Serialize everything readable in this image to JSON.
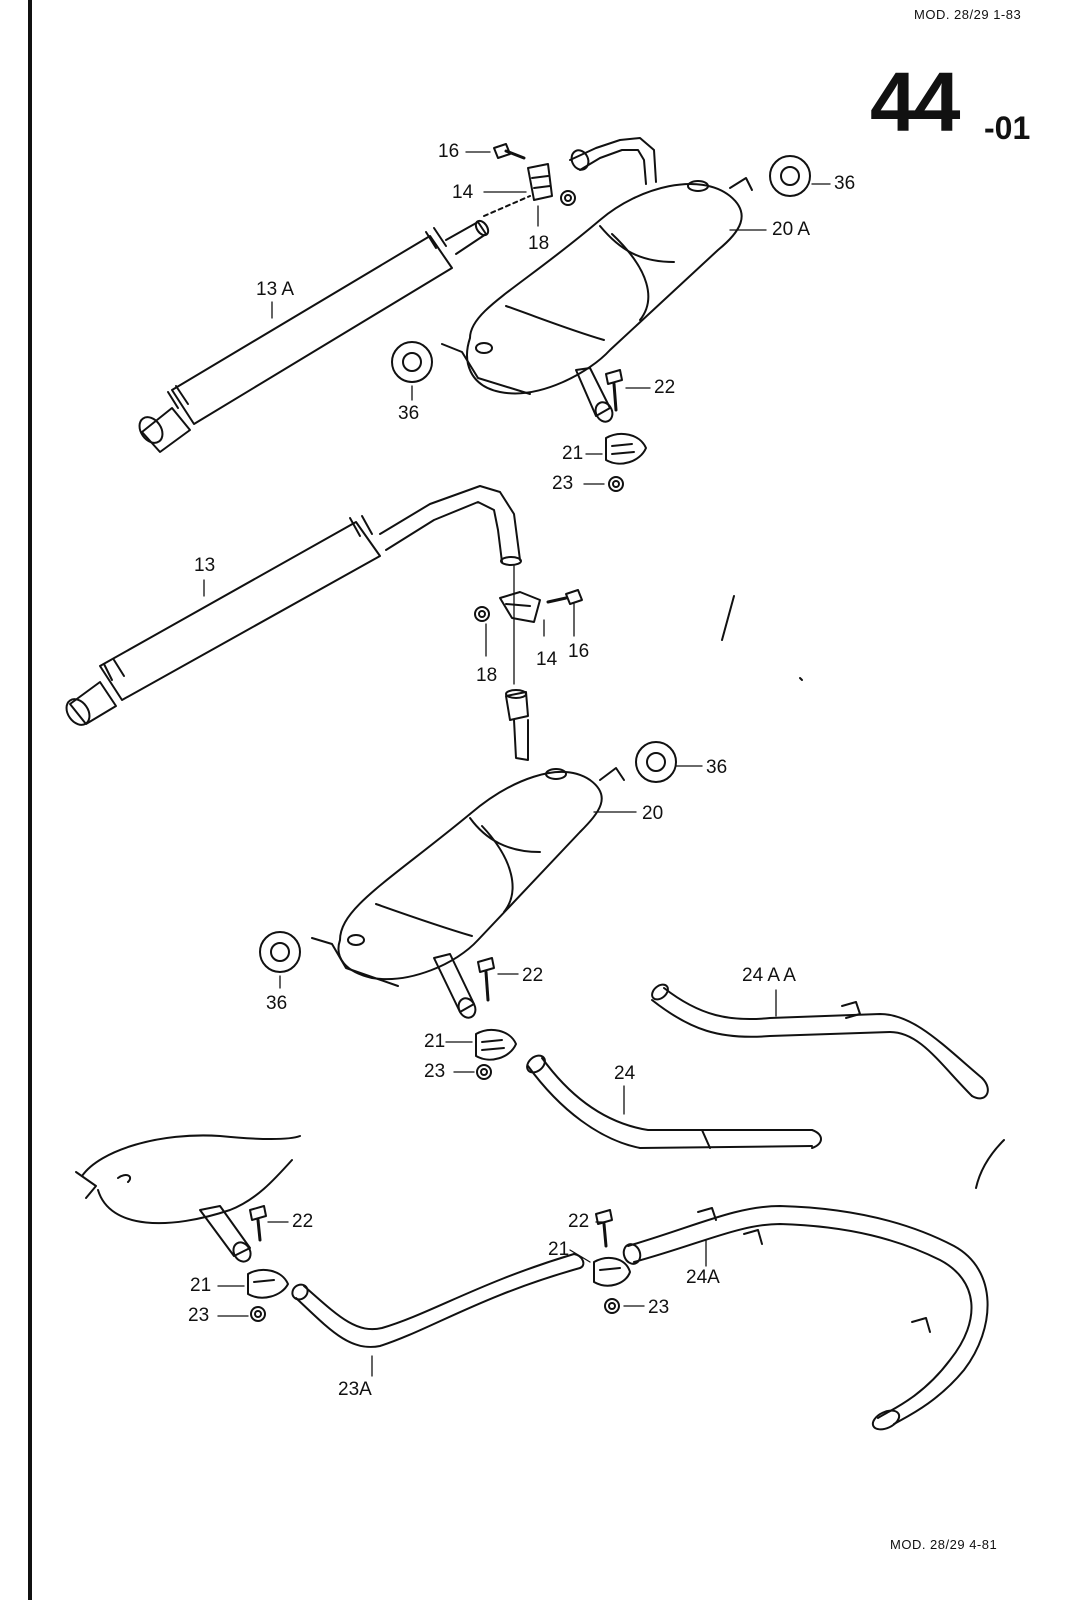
{
  "header": {
    "model_top": "MOD. 28/29 1-83",
    "section_number": "44",
    "section_suffix": "-01"
  },
  "footer": {
    "model_bottom": "MOD. 28/29 4-81"
  },
  "labels": {
    "p16_a": "16",
    "p14_a": "14",
    "p18_a": "18",
    "p36_a": "36",
    "p20A": "20 A",
    "p13A": "13 A",
    "p36_b": "36",
    "p22_a": "22",
    "p21_a": "21",
    "p23_a": "23",
    "p13": "13",
    "p18_b": "18",
    "p14_b": "14",
    "p16_b": "16",
    "p36_c": "36",
    "p20": "20",
    "p36_d": "36",
    "p22_b": "22",
    "p21_b": "21",
    "p23_b": "23",
    "p24AA": "24 A A",
    "p24": "24",
    "p22_c": "22",
    "p21_c": "21",
    "p23_c": "23",
    "p23A": "23A",
    "p22_d": "22",
    "p21_d": "21",
    "p23_d": "23",
    "p24A": "24A"
  }
}
